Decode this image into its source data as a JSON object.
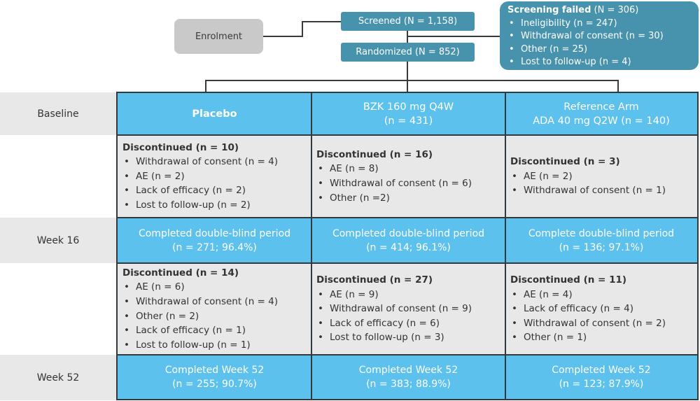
{
  "flow": {
    "enrolment_label": "Enrolment",
    "screened": "Screened (N = 1,158)",
    "randomized": "Randomized (N = 852)",
    "screening_failed": {
      "title": "Screening failed",
      "count": "(N = 306)",
      "reasons": [
        "Ineligibility (n = 247)",
        "Withdrawal of consent (n = 30)",
        "Other (n = 25)",
        "Lost to follow-up (n = 4)"
      ]
    }
  },
  "row_labels": {
    "baseline": "Baseline",
    "week16": "Week 16",
    "week52": "Week 52"
  },
  "arms": [
    {
      "header_line1": "Placebo",
      "header_line2": "",
      "discontinued_baseline": {
        "title": "Discontinued (n = 10)",
        "reasons": [
          "Withdrawal of consent (n = 4)",
          "AE (n = 2)",
          "Lack of efficacy (n = 2)",
          "Lost to follow-up (n = 2)"
        ]
      },
      "week16_line1": "Completed double-blind period",
      "week16_line2": "(n = 271; 96.4%)",
      "discontinued_week16": {
        "title": "Discontinued (n = 14)",
        "reasons": [
          "AE (n = 6)",
          "Withdrawal of consent (n = 4)",
          "Other (n = 2)",
          "Lack of efficacy (n = 1)",
          "Lost to follow-up (n = 1)"
        ]
      },
      "week52_line1": "Completed Week 52",
      "week52_line2": "(n = 255; 90.7%)"
    },
    {
      "header_line1": "BZK 160 mg Q4W",
      "header_line2": "(n = 431)",
      "discontinued_baseline": {
        "title": "Discontinued (n = 16)",
        "reasons": [
          "AE (n = 8)",
          "Withdrawal of consent (n = 6)",
          "Other (n =2)"
        ]
      },
      "week16_line1": "Completed double-blind period",
      "week16_line2": "(n = 414; 96.1%)",
      "discontinued_week16": {
        "title": "Discontinued (n = 27)",
        "reasons": [
          "AE (n = 9)",
          "Withdrawal of consent (n = 9)",
          "Lack of efficacy (n = 6)",
          "Lost to follow-up (n = 3)"
        ]
      },
      "week52_line1": "Completed Week 52",
      "week52_line2": "(n = 383; 88.9%)"
    },
    {
      "header_line1": "Reference Arm",
      "header_line2": "ADA 40 mg Q2W (n = 140)",
      "discontinued_baseline": {
        "title": "Discontinued (n = 3)",
        "reasons": [
          "AE (n = 2)",
          "Withdrawal of consent (n = 1)"
        ]
      },
      "week16_line1": "Complete double-blind period",
      "week16_line2": "(n = 136; 97.1%)",
      "discontinued_week16": {
        "title": "Discontinued (n = 11)",
        "reasons": [
          "AE (n = 4)",
          "Lack of efficacy (n = 4)",
          "Withdrawal of consent (n = 2)",
          "Other (n = 1)"
        ]
      },
      "week52_line1": "Completed Week 52",
      "week52_line2": "(n = 123; 87.9%)"
    }
  ]
}
